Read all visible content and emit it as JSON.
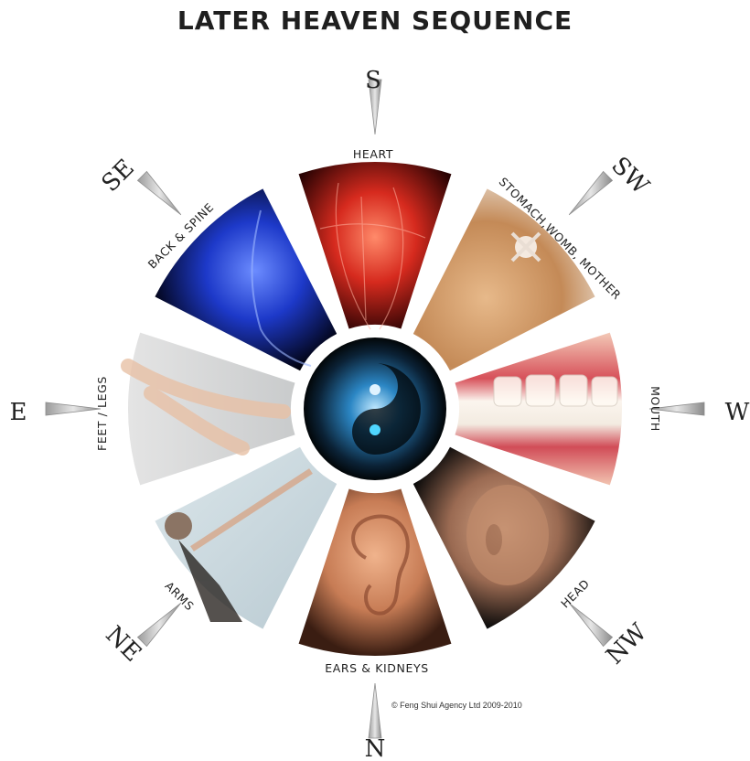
{
  "title": "LATER HEAVEN SEQUENCE",
  "copyright": "© Feng Shui Agency Ltd 2009-2010",
  "compass": {
    "S": "S",
    "SW": "SW",
    "W": "W",
    "NW": "NW",
    "N": "N",
    "NE": "NE",
    "E": "E",
    "SE": "SE"
  },
  "sectors": [
    {
      "direction": "S",
      "label": "HEART",
      "image": "heart-anatomy-image"
    },
    {
      "direction": "SW",
      "label": "STOMACH,WOMB, MOTHER",
      "image": "pregnant-belly-image"
    },
    {
      "direction": "W",
      "label": "MOUTH",
      "image": "smiling-mouth-image"
    },
    {
      "direction": "NW",
      "label": "HEAD",
      "image": "bald-head-image"
    },
    {
      "direction": "N",
      "label": "EARS & KIDNEYS",
      "image": "ear-image"
    },
    {
      "direction": "NE",
      "label": "ARMS",
      "image": "dancer-arms-image"
    },
    {
      "direction": "E",
      "label": "FEET / LEGS",
      "image": "ballet-feet-image"
    },
    {
      "direction": "SE",
      "label": "BACK & SPINE",
      "image": "spine-xray-image"
    }
  ],
  "center": {
    "image": "yin-yang-image"
  }
}
